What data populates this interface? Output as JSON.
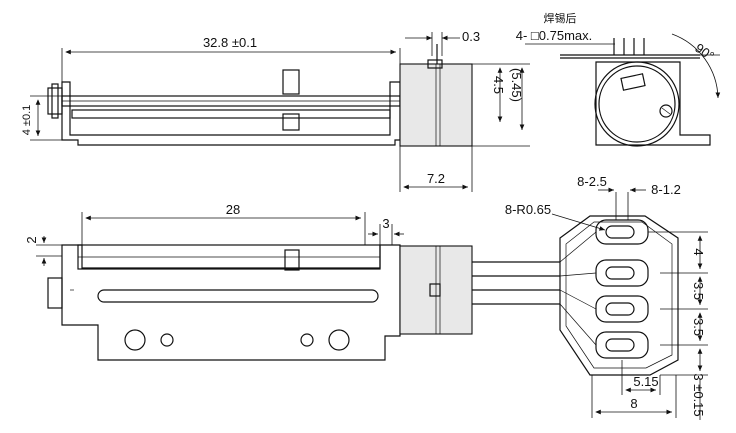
{
  "top_view": {
    "dim_length": "32.8 ±0.1",
    "dim_height": "4 ±0.1",
    "dim_motor_width": "7.2",
    "dim_gap": "0.3",
    "dim_inner_dia": "4.5",
    "dim_outer_dia": "(5.45)"
  },
  "end_view": {
    "note_after_solder": "焊锡后",
    "note_pins": "4- □0.75max.",
    "angle": "90°"
  },
  "side_view": {
    "dim_stroke": "28",
    "dim_shaft_end": "3",
    "dim_left": "2"
  },
  "fpc": {
    "pitch_top": "8-2.5",
    "width_top": "8-1.2",
    "radius": "8-R0.65",
    "dim_4": "4",
    "dim_3_5_a": "3.5",
    "dim_3_5_b": "3.5",
    "dim_3_015": "3 ±0.15",
    "dim_515": "5.15",
    "dim_8": "8"
  }
}
